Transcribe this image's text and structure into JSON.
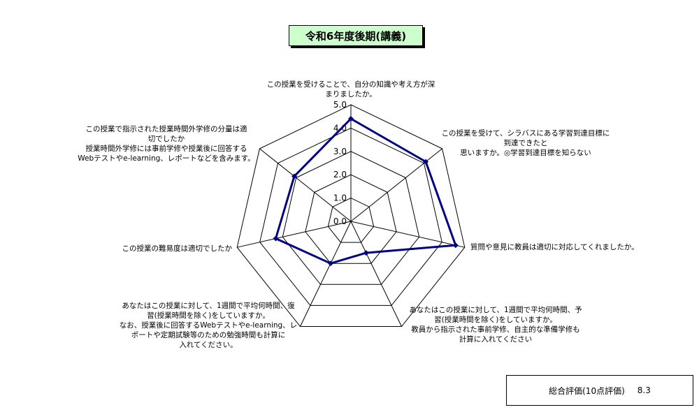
{
  "title": "令和6年度後期(講義)",
  "summary": {
    "label": "総合評価(10点評価)",
    "value": "8.3"
  },
  "colors": {
    "series": "#000080",
    "grid": "#000000",
    "title_bg": "#ccffcc"
  },
  "chart_data": {
    "type": "radar",
    "title": "令和6年度後期(講義)",
    "range": [
      0.0,
      5.0
    ],
    "ticks": [
      "0.0",
      "1.0",
      "2.0",
      "3.0",
      "4.0",
      "5.0"
    ],
    "grid": true,
    "axes": [
      [
        "この授業を受けることで、自分の知識や考え方が深",
        "まりましたか。"
      ],
      [
        "この授業を受けて、シラバスにある学習到達目標に",
        "到達できたと",
        "思いますか。◎学習到達目標を知らない"
      ],
      [
        "質問や意見に教員は適切に対応してくれましたか。"
      ],
      [
        "あなたはこの授業に対して、1週間で平均何時間、予",
        "習(授業時間を除く)をしていますか。",
        "教員から指示された事前学修、自主的な準備学修も",
        "計算に入れてください"
      ],
      [
        "あなたはこの授業に対して、1週間で平均何時間、復",
        "習(授業時間を除く)をしていますか。",
        "なお、授業後に回答するWebテストやe-learning、レ",
        "ポートや定期試験等のための勉強時間も計算に",
        "入れてください。"
      ],
      [
        "この授業の難易度は適切でしたか"
      ],
      [
        "この授業で指示された授業時間外学修の分量は適",
        "切でしたか",
        "授業時間外学修には事前学修や授業後に回答する",
        "Webテストやe-learning、レポートなどを含みます。"
      ]
    ],
    "values": [
      4.4,
      4.1,
      4.6,
      1.5,
      2.0,
      3.3,
      3.1
    ]
  }
}
